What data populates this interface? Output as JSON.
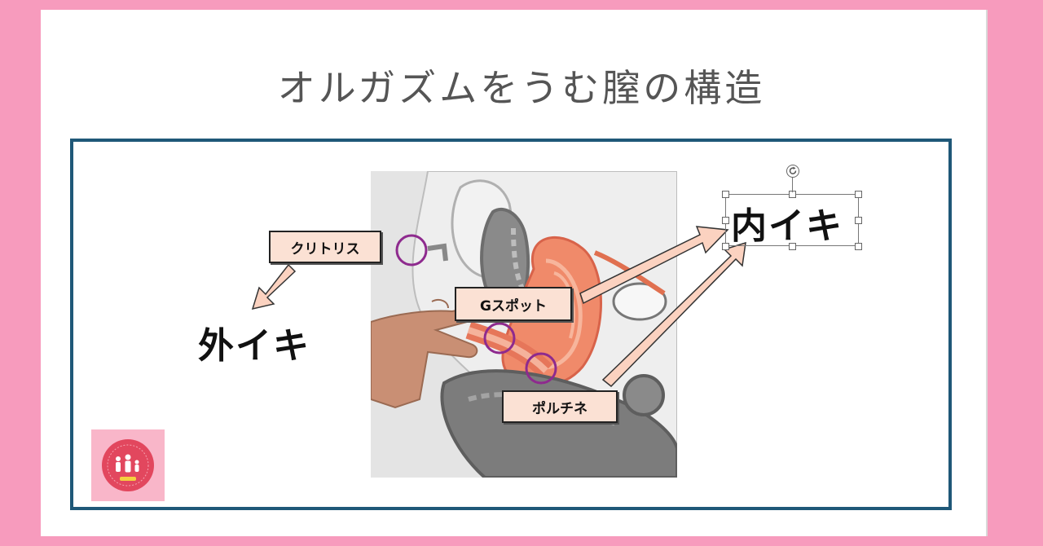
{
  "title": "オルガズムをうむ膣の構造",
  "labels": {
    "clitoris": "クリトリス",
    "gspot": "Gスポット",
    "portio": "ポルチネ",
    "outer": "外イキ",
    "inner": "内イキ"
  },
  "colors": {
    "background": "#f79bbd",
    "frame": "#1f5878",
    "label_fill": "#fbe1d4",
    "marker": "#8e2a8e",
    "arrow_fill": "#fbd2c0"
  }
}
